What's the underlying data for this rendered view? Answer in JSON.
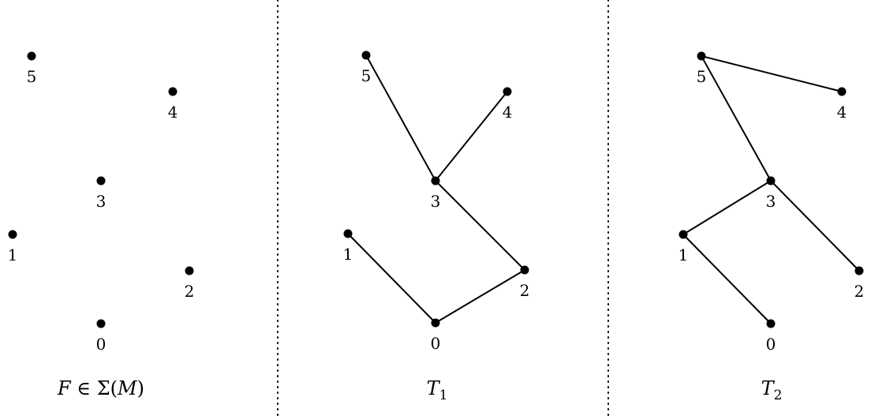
{
  "panels": [
    {
      "id": "forest",
      "caption": {
        "italic_main": "F",
        "rest": " ∈ Σ(",
        "italic_arg": "M",
        "close": ")"
      },
      "vertices": [
        {
          "label": "5"
        },
        {
          "label": "4"
        },
        {
          "label": "3"
        },
        {
          "label": "1"
        },
        {
          "label": "2"
        },
        {
          "label": "0"
        }
      ],
      "edges": []
    },
    {
      "id": "tree-1",
      "caption": {
        "italic_main": "T",
        "subscript": "1"
      },
      "vertices": [
        {
          "label": "5"
        },
        {
          "label": "4"
        },
        {
          "label": "3"
        },
        {
          "label": "1"
        },
        {
          "label": "2"
        },
        {
          "label": "0"
        }
      ],
      "edges": [
        [
          "5",
          "3"
        ],
        [
          "4",
          "3"
        ],
        [
          "3",
          "2"
        ],
        [
          "2",
          "0"
        ],
        [
          "1",
          "0"
        ]
      ]
    },
    {
      "id": "tree-2",
      "caption": {
        "italic_main": "T",
        "subscript": "2"
      },
      "vertices": [
        {
          "label": "5"
        },
        {
          "label": "4"
        },
        {
          "label": "3"
        },
        {
          "label": "1"
        },
        {
          "label": "2"
        },
        {
          "label": "0"
        }
      ],
      "edges": [
        [
          "5",
          "4"
        ],
        [
          "5",
          "3"
        ],
        [
          "3",
          "1"
        ],
        [
          "3",
          "2"
        ],
        [
          "1",
          "0"
        ]
      ]
    }
  ],
  "colors": {
    "ink": "#000000",
    "background": "#ffffff"
  }
}
